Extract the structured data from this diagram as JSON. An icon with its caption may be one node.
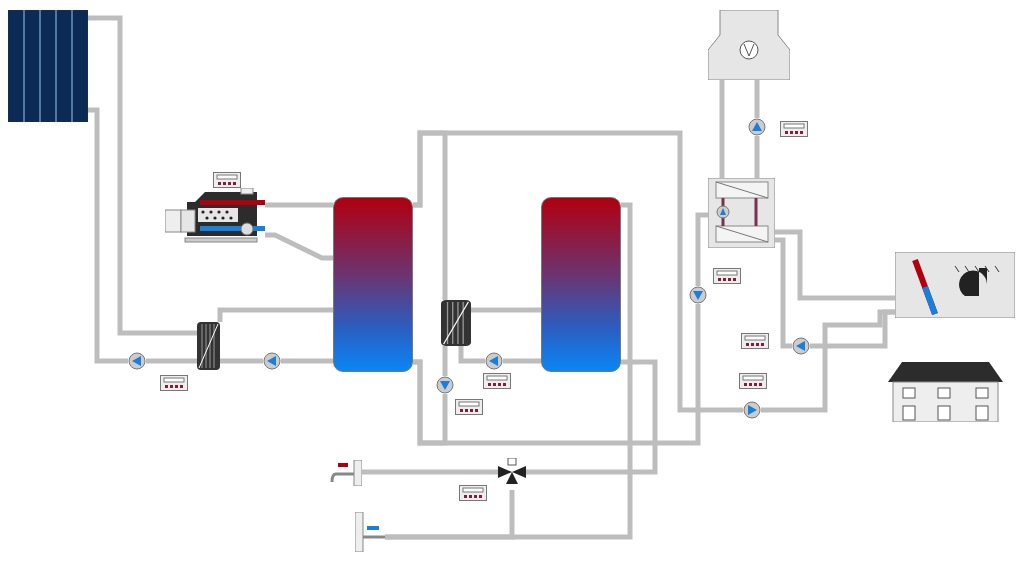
{
  "diagram": {
    "nodes": [
      {
        "text": [],
        "shape": "picture"
      },
      {
        "text": [],
        "shape": "picture"
      },
      {
        "text": [],
        "shape": "box"
      },
      {
        "text": [],
        "shape": "circle"
      },
      {
        "text": [],
        "shape": "circle"
      },
      {
        "text": [],
        "shape": "box"
      },
      {
        "text": [],
        "shape": "box"
      },
      {
        "text": [],
        "shape": "circle"
      },
      {
        "text": [],
        "shape": "circle"
      },
      {
        "text": [],
        "shape": "box"
      },
      {
        "text": [],
        "shape": "circle"
      },
      {
        "text": [],
        "shape": "picture"
      },
      {
        "text": [],
        "shape": "circle"
      },
      {
        "text": [],
        "shape": "picture"
      },
      {
        "text": [],
        "shape": "circle"
      },
      {
        "text": [],
        "shape": "circle"
      },
      {
        "text": [],
        "shape": "picture"
      },
      {
        "text": [],
        "shape": "picture"
      },
      {
        "text": [],
        "shape": "picture"
      },
      {
        "text": [],
        "shape": "picture"
      },
      {
        "text": [],
        "shape": "picture"
      }
    ],
    "edges": [
      {
        "from": 0,
        "to": 2,
        "arrow": "none"
      },
      {
        "from": 0,
        "to": 3,
        "arrow": "none"
      },
      {
        "from": 3,
        "to": 2,
        "arrow": "none"
      },
      {
        "from": 2,
        "to": 5,
        "arrow": "none"
      },
      {
        "from": 2,
        "to": 4,
        "arrow": "none"
      },
      {
        "from": 4,
        "to": 5,
        "arrow": "none"
      },
      {
        "from": 1,
        "to": 5,
        "arrow": "none"
      },
      {
        "from": 1,
        "to": 5,
        "arrow": "none"
      },
      {
        "from": 5,
        "to": 6,
        "arrow": "none"
      },
      {
        "from": 6,
        "to": 9,
        "arrow": "none"
      },
      {
        "from": 6,
        "to": 7,
        "arrow": "none"
      },
      {
        "from": 7,
        "to": 9,
        "arrow": "none"
      },
      {
        "from": 6,
        "to": 8,
        "arrow": "none"
      },
      {
        "from": 8,
        "to": 5,
        "arrow": "none"
      },
      {
        "from": 5,
        "to": 15,
        "arrow": "none"
      },
      {
        "from": 15,
        "to": 16,
        "arrow": "none"
      },
      {
        "from": 10,
        "to": 13,
        "arrow": "none"
      },
      {
        "from": 10,
        "to": 5,
        "arrow": "none"
      },
      {
        "from": 13,
        "to": 11,
        "arrow": "none"
      },
      {
        "from": 13,
        "to": 12,
        "arrow": "none"
      },
      {
        "from": 12,
        "to": 11,
        "arrow": "none"
      },
      {
        "from": 13,
        "to": 14,
        "arrow": "none"
      },
      {
        "from": 13,
        "to": 16,
        "arrow": "none"
      },
      {
        "from": 14,
        "to": 16,
        "arrow": "none"
      },
      {
        "from": 9,
        "to": 20,
        "arrow": "none"
      },
      {
        "from": 20,
        "to": 18,
        "arrow": "none"
      },
      {
        "from": 19,
        "to": 20,
        "arrow": "none"
      },
      {
        "from": 19,
        "to": 9,
        "arrow": "none"
      }
    ]
  }
}
